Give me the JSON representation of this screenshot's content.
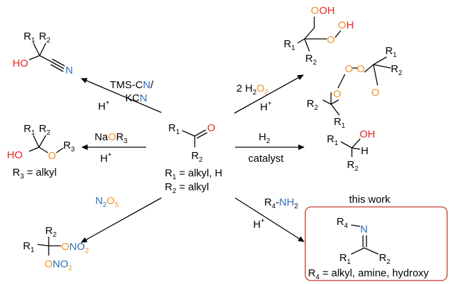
{
  "center": {
    "r1": "R",
    "r1_sub": "1",
    "o": "O",
    "r2": "R",
    "r2_sub": "2",
    "def1": "R",
    "def1_sub": "1",
    "def1_text": " = alkyl, H",
    "def2": "R",
    "def2_sub": "2",
    "def2_text": " = alkyl"
  },
  "tms": {
    "reagent_a": "TMS-C",
    "reagent_a_n": "N",
    "reagent_a_end": "/",
    "reagent_b": "KC",
    "reagent_b_n": "N",
    "acid": "H",
    "acid_sup": "+",
    "prod_r1": "R",
    "prod_r1_sub": "1",
    "prod_r2": "R",
    "prod_r2_sub": "2",
    "prod_ho": "HO",
    "prod_n": "N"
  },
  "peroxide": {
    "reagent_coef": "2 H",
    "reagent_sub2": "2",
    "reagent_o": "O",
    "reagent_o_sub": "2",
    "acid": "H",
    "acid_sup": "+",
    "oh": "OH",
    "o1": "O",
    "o2": "O",
    "h": "H",
    "r1": "R",
    "r1_sub": "1",
    "r2": "R",
    "r2_sub": "2",
    "ring_o1": "O",
    "ring_o2": "O",
    "ring_o3": "O",
    "ring_o4": "O",
    "ring_r1a": "R",
    "ring_r1a_sub": "1",
    "ring_r2a": "R",
    "ring_r2a_sub": "2",
    "ring_r2b": "R",
    "ring_r2b_sub": "2",
    "ring_r1b": "R",
    "ring_r1b_sub": "1"
  },
  "alkoxide": {
    "reagent": "Na",
    "reagent_o": "O",
    "reagent_r": "R",
    "reagent_r_sub": "3",
    "acid": "H",
    "acid_sup": "+",
    "r1": "R",
    "r1_sub": "1",
    "r2": "R",
    "r2_sub": "2",
    "ho": "HO",
    "o": "O",
    "r3": "R",
    "r3_sub": "3",
    "def": "R",
    "def_sub": "3",
    "def_text": " = alkyl"
  },
  "hydrogenation": {
    "reagent": "H",
    "reagent_sub": "2",
    "catalyst": "catalyst",
    "r1": "R",
    "r1_sub": "1",
    "oh": "OH",
    "h": "H",
    "r2": "R",
    "r2_sub": "2"
  },
  "nitration": {
    "reagent_n": "N",
    "reagent_n_sub": "2",
    "reagent_o": "O",
    "reagent_o_sub": "5",
    "r2": "R",
    "r2_sub": "2",
    "r1": "R",
    "r1_sub": "1",
    "ono2_o": "O",
    "ono2_n": "NO",
    "ono2_sub": "2",
    "ono2b_o": "O",
    "ono2b_n": "NO",
    "ono2b_sub": "2"
  },
  "amine": {
    "reagent_r": "R",
    "reagent_r_sub": "4",
    "reagent_dash": "-",
    "reagent_nh": "NH",
    "reagent_nh_sub": "2",
    "acid": "H",
    "acid_sup": "+",
    "this_work": "this work",
    "r4": "R",
    "r4_sub": "4",
    "n": "N",
    "r1": "R",
    "r1_sub": "1",
    "r2": "R",
    "r2_sub": "2",
    "def": "R",
    "def_sub": "4",
    "def_text": " = alkyl, amine, hydroxy"
  },
  "colors": {
    "oxygen": "#e8231f",
    "peroxide_o": "#f2922d",
    "nitrogen": "#2c6fbf",
    "box": "#c0392b"
  }
}
